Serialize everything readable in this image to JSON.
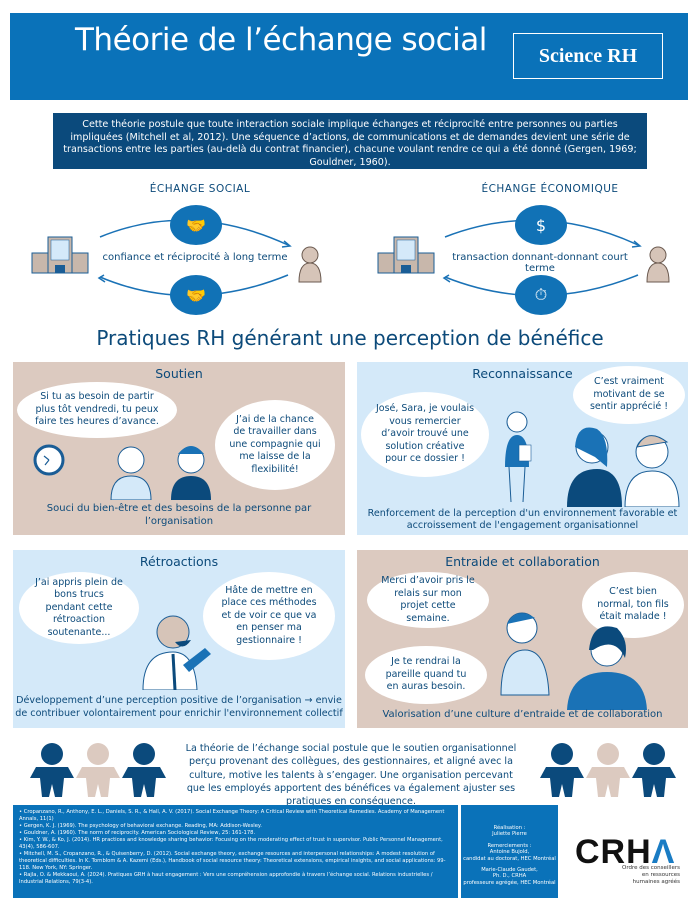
{
  "header": {
    "title": "Théorie de l’échange social",
    "brand": "Science RH"
  },
  "intro": {
    "text": "Cette théorie postule que toute interaction sociale implique échanges et réciprocité entre personnes ou parties impliquées (Mitchell et al, 2012). Une séquence d’actions, de communications et de demandes devient une série de transactions entre les parties (au-delà du contrat financier), chacune voulant rendre ce qui a été donné (Gergen, 1969; Gouldner, 1960)."
  },
  "exchanges": [
    {
      "title": "ÉCHANGE SOCIAL",
      "label": "confiance et réciprocité à long terme",
      "top_icon": "handshake-icon",
      "bottom_icon": "handshake-icon"
    },
    {
      "title": "ÉCHANGE ÉCONOMIQUE",
      "label": "transaction donnant-donnant court terme",
      "top_icon": "money-bag-icon",
      "bottom_icon": "stopwatch-icon"
    }
  ],
  "section": {
    "title": "Pratiques RH générant une perception de bénéfice"
  },
  "panels": {
    "soutien": {
      "title": "Soutien",
      "bubble_1": "Si tu as besoin de partir plus tôt vendredi, tu peux faire tes heures d’avance.",
      "bubble_2": "J’ai de la chance de travailler dans une compagnie qui me laisse de la flexibilité!",
      "caption": "Souci du bien-être et des besoins de la personne par l’organisation"
    },
    "reconnaissance": {
      "title": "Reconnaissance",
      "bubble_1": "José, Sara, je voulais vous remercier d’avoir trouvé une solution créative pour ce dossier !",
      "bubble_2": "C’est vraiment motivant de se sentir apprécié !",
      "caption": "Renforcement de la perception d'un environnement favorable et accroissement de l'engagement organisationnel"
    },
    "retroactions": {
      "title": "Rétroactions",
      "bubble_1": "J’ai appris plein de bons trucs pendant cette rétroaction soutenante...",
      "bubble_2": "Hâte de mettre en place ces méthodes et de voir ce que va en penser ma gestionnaire !",
      "caption": "Développement d’une perception positive de l’organisation → envie de contribuer volontairement pour enrichir l'environnement collectif"
    },
    "entraide": {
      "title": "Entraide et collaboration",
      "bubble_1": "Merci d’avoir pris le relais sur mon projet cette semaine.",
      "bubble_2": "C’est bien normal, ton fils était malade !",
      "bubble_3": "Je te rendrai la pareille quand tu en auras besoin.",
      "caption": "Valorisation d’une culture d’entraide et de collaboration"
    }
  },
  "conclusion": {
    "text": "La théorie de l’échange social postule que le soutien organisationnel perçu provenant des collègues, des gestionnaires, et aligné avec la culture, motive les talents à s’engager. Une organisation percevant que les employés apportent des bénéfices va également ajuster ses pratiques en conséquence."
  },
  "references": [
    "Cropanzano, R., Anthony, E. L., Daniels, S. R., & Hall, A. V. (2017). Social Exchange Theory: A Critical Review with Theoretical Remedies. Academy of Management Annals, 11(1)",
    "Gergen, K. J. (1969). The psychology of behavioral exchange. Reading, MA: Addison-Wesley.",
    "Gouldner, A. (1960). The norm of reciprocity. American Sociological Review, 25: 161-178.",
    "Kim, Y. W., & Ko, J. (2014). HR practices and knowledge sharing behavior: Focusing on the moderating effect of trust in supervisor. Public Personnel Management, 43(4), 586-607.",
    "Mitchell, M. S., Cropanzano, R., & Quisenberry, D. (2012). Social exchange theory, exchange resources and interpersonal relationships: A modest resolution of theoretical difficulties. In K. Tornblom & A. Kazemi (Eds.), Handbook of social resource theory: Theoretical extensions, empirical insights, and social applications: 99-118. New York, NY: Springer.",
    "Rajla, O. & Mekkaoui, A. (2024). Pratiques GRH à haut engagement : Vers une compréhension approfondie à travers l’échange social. Relations industrielles / Industrial Relations, 79(3-4)."
  ],
  "credits": {
    "realisation_label": "Réalisation :",
    "realisation_name": "Juliette Pierre",
    "thanks_label": "Remerciements :",
    "thanks_1_name": "Antoine Bujold,",
    "thanks_1_role": "candidat au doctorat, HEC Montréal",
    "thanks_2_name": "Marie-Claude Gaudet,",
    "thanks_2_title": "Ph. D., CRHA",
    "thanks_2_role": "professeure agrégée, HEC Montréal"
  },
  "logo": {
    "text_main": "CRH",
    "text_accent": "Λ",
    "subtitle_1": "Ordre des conseillers",
    "subtitle_2": "en ressources",
    "subtitle_3": "humaines agréés"
  },
  "colors": {
    "primary_blue": "#0a72b9",
    "navy": "#0b4a7c",
    "beige": "#dccac0",
    "light_blue": "#d4e9f9"
  }
}
